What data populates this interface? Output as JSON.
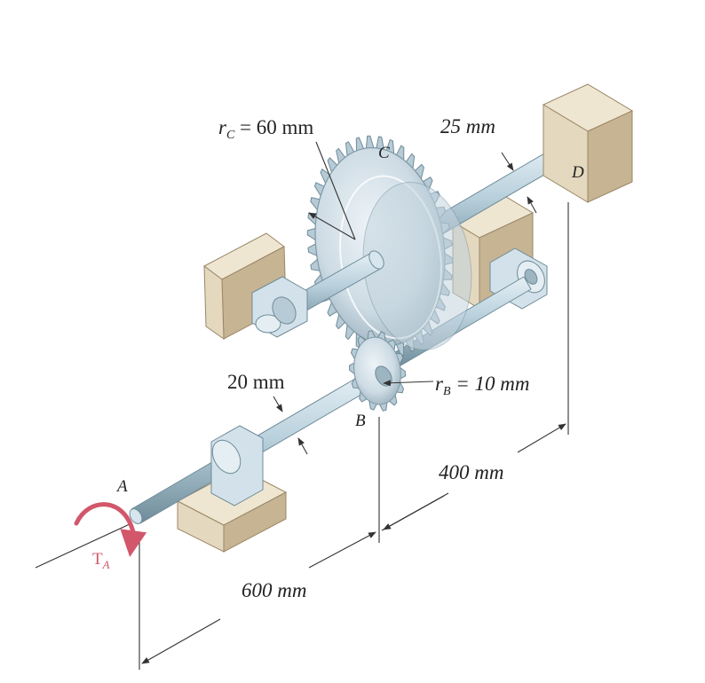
{
  "labels": {
    "rc": {
      "prefix": "r",
      "sub": "C",
      "value": " = 60 mm"
    },
    "rb": {
      "prefix": "r",
      "sub": "B",
      "value": " = 10 mm"
    },
    "d_cd": "25 mm",
    "d_ab": "20 mm",
    "len_bd": "400 mm",
    "len_ab": "600 mm",
    "torque": {
      "prefix": "T",
      "sub": "A"
    }
  },
  "points": {
    "a": "A",
    "b": "B",
    "c": "C",
    "d": "D"
  },
  "colors": {
    "block_front": "#e4d8bf",
    "block_side": "#c7b493",
    "block_top": "#efe6d2",
    "shaft": "#b8d0dc",
    "shaft_dark": "#7f9aa8",
    "gear": "#cfdde6",
    "gear_dark": "#94acb9",
    "torque": "#d2576b"
  }
}
